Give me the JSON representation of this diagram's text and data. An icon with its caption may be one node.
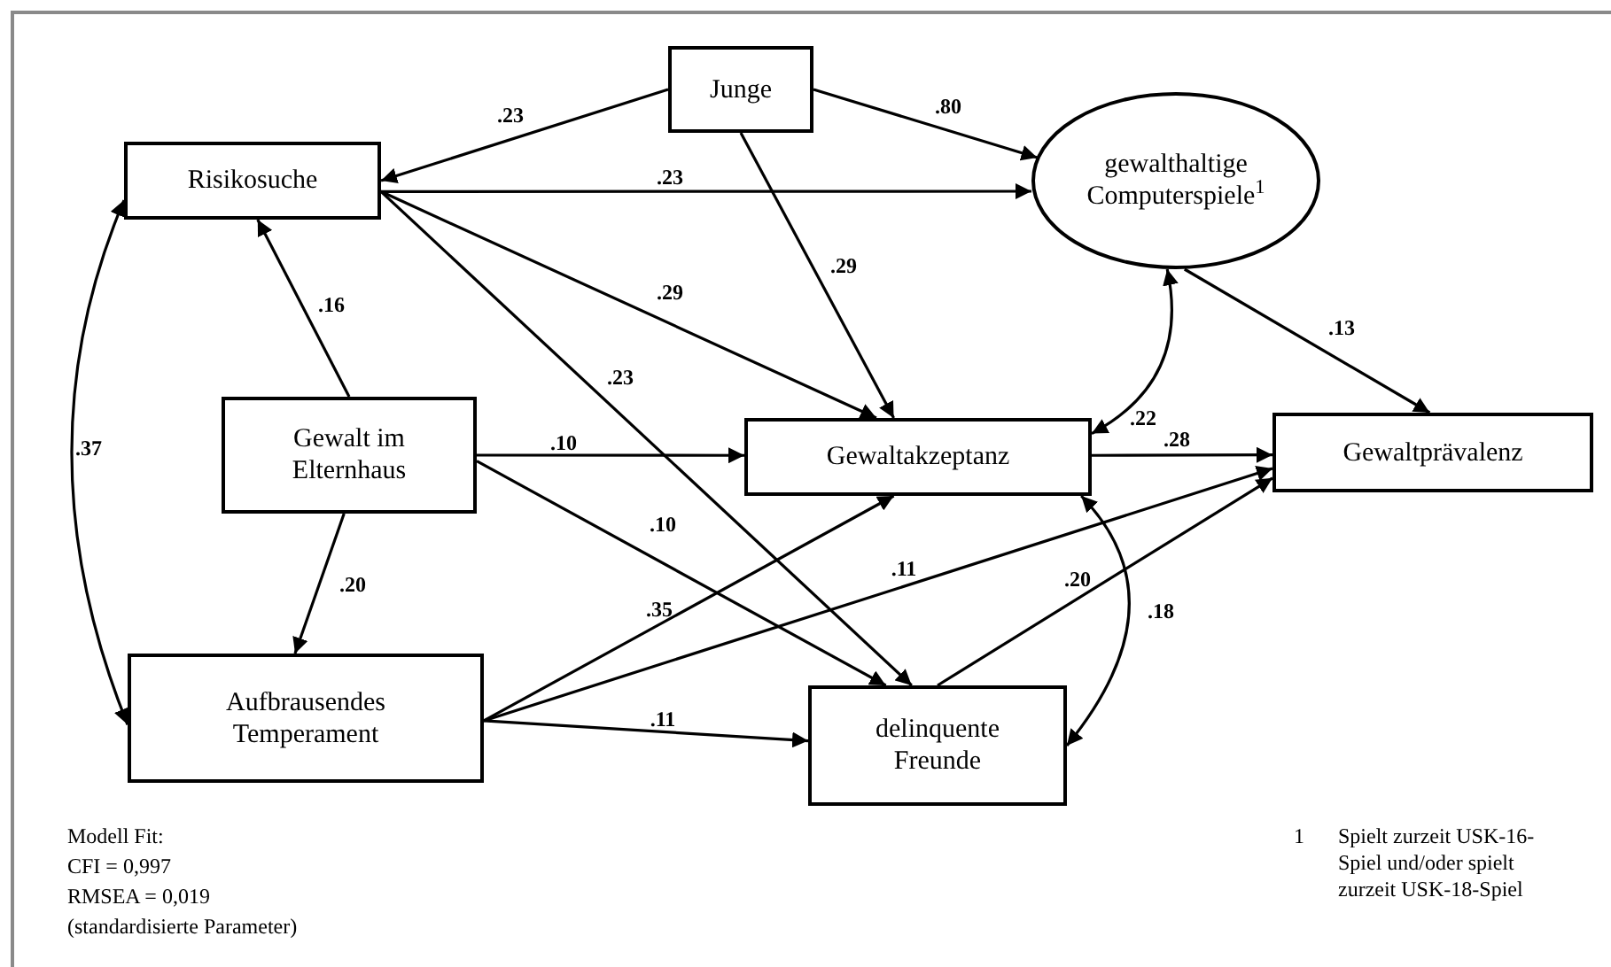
{
  "diagram": {
    "nodes": [
      {
        "text": [
          "Junge"
        ]
      },
      {
        "text": [
          "Risikosuche"
        ]
      },
      {
        "text": [
          "gewalthaltige Computerspiele$^{1}$"
        ]
      },
      {
        "text": [
          "Gewalt im Elternhaus"
        ]
      },
      {
        "text": [
          "Gewaltakzeptanz"
        ]
      },
      {
        "text": [
          "Gewaltprävalenz"
        ]
      },
      {
        "text": [
          "Aufbrausendes Temperament"
        ]
      },
      {
        "text": [
          "delinquente Freunde"
        ]
      }
    ],
    "edges": [
      {
        "from": 0,
        "to": 1,
        "arrow": "to",
        "label": ".23"
      },
      {
        "from": 0,
        "to": 2,
        "arrow": "to",
        "label": ".80"
      },
      {
        "from": 0,
        "to": 4,
        "arrow": "to",
        "label": ".29"
      },
      {
        "from": 1,
        "to": 2,
        "arrow": "to",
        "label": ".23"
      },
      {
        "from": 1,
        "to": 4,
        "arrow": "to",
        "label": ".29"
      },
      {
        "from": 1,
        "to": 7,
        "arrow": "to",
        "label": ".23"
      },
      {
        "from": 3,
        "to": 1,
        "arrow": "to",
        "label": ".16"
      },
      {
        "from": 3,
        "to": 4,
        "arrow": "to",
        "label": ".10"
      },
      {
        "from": 3,
        "to": 7,
        "arrow": "to",
        "label": ".10"
      },
      {
        "from": 3,
        "to": 6,
        "arrow": "to",
        "label": ".20"
      },
      {
        "from": 1,
        "to": 6,
        "arrow": "both",
        "label": ".37"
      },
      {
        "from": 2,
        "to": 5,
        "arrow": "to",
        "label": ".13"
      },
      {
        "from": 2,
        "to": 4,
        "arrow": "both",
        "label": ".22"
      },
      {
        "from": 4,
        "to": 5,
        "arrow": "to",
        "label": ".28"
      },
      {
        "from": 6,
        "to": 4,
        "arrow": "to",
        "label": ".35"
      },
      {
        "from": 6,
        "to": 5,
        "arrow": "to",
        "label": ".11"
      },
      {
        "from": 6,
        "to": 7,
        "arrow": "to",
        "label": ".11"
      },
      {
        "from": 7,
        "to": 5,
        "arrow": "to",
        "label": ".20"
      },
      {
        "from": 4,
        "to": 7,
        "arrow": "both",
        "label": ".18"
      }
    ],
    "labels": [
      "Modell Fit:",
      "CFI = 0,997",
      "RMSEA = 0,019",
      "(standardisierte Parameter)",
      "1",
      "Spielt zurzeit USK-16-Spiel und/oder spielt zurzeit USK-18-Spiel"
    ]
  }
}
